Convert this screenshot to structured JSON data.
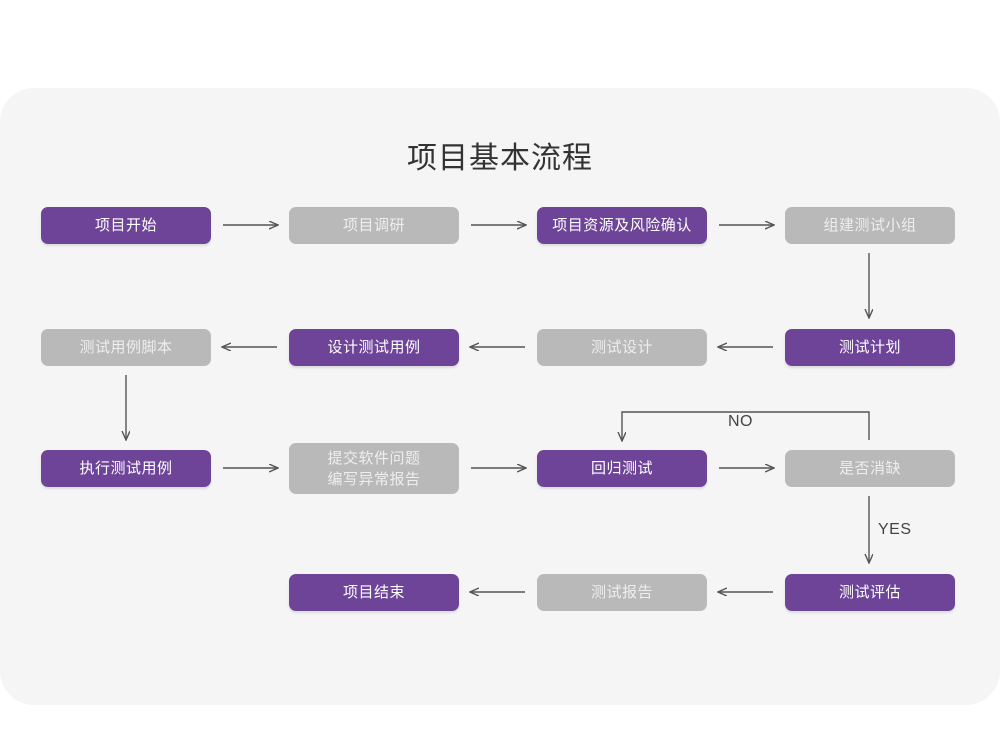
{
  "title": "项目基本流程",
  "palette": {
    "purple": "#6d4498",
    "gray": "#b9b9b9",
    "panel_bg": "#f5f5f5",
    "page_bg": "#ffffff",
    "arrow": "#555555",
    "title_color": "#333333"
  },
  "chart_data": {
    "type": "diagram",
    "diagram_type": "flowchart",
    "title": "项目基本流程",
    "nodes": [
      {
        "id": "n1",
        "label": "项目开始",
        "style": "purple",
        "row": 1,
        "col": 1
      },
      {
        "id": "n2",
        "label": "项目调研",
        "style": "gray",
        "row": 1,
        "col": 2
      },
      {
        "id": "n3",
        "label": "项目资源及风险确认",
        "style": "purple",
        "row": 1,
        "col": 3
      },
      {
        "id": "n4",
        "label": "组建测试小组",
        "style": "gray",
        "row": 1,
        "col": 4
      },
      {
        "id": "n5",
        "label": "测试用例脚本",
        "style": "gray",
        "row": 2,
        "col": 1
      },
      {
        "id": "n6",
        "label": "设计测试用例",
        "style": "purple",
        "row": 2,
        "col": 2
      },
      {
        "id": "n7",
        "label": "测试设计",
        "style": "gray",
        "row": 2,
        "col": 3
      },
      {
        "id": "n8",
        "label": "测试计划",
        "style": "purple",
        "row": 2,
        "col": 4
      },
      {
        "id": "n9",
        "label": "执行测试用例",
        "style": "purple",
        "row": 3,
        "col": 1
      },
      {
        "id": "n10",
        "label": "提交软件问题",
        "label2": "编写异常报告",
        "style": "gray",
        "row": 3,
        "col": 2
      },
      {
        "id": "n11",
        "label": "回归测试",
        "style": "purple",
        "row": 3,
        "col": 3
      },
      {
        "id": "n12",
        "label": "是否消缺",
        "style": "gray",
        "row": 3,
        "col": 4
      },
      {
        "id": "n13",
        "label": "项目结束",
        "style": "purple",
        "row": 4,
        "col": 2
      },
      {
        "id": "n14",
        "label": "测试报告",
        "style": "gray",
        "row": 4,
        "col": 3
      },
      {
        "id": "n15",
        "label": "测试评估",
        "style": "purple",
        "row": 4,
        "col": 4
      }
    ],
    "edges": [
      {
        "from": "n1",
        "to": "n2",
        "label": "",
        "direction": "right"
      },
      {
        "from": "n2",
        "to": "n3",
        "label": "",
        "direction": "right"
      },
      {
        "from": "n3",
        "to": "n4",
        "label": "",
        "direction": "right"
      },
      {
        "from": "n4",
        "to": "n8",
        "label": "",
        "direction": "down"
      },
      {
        "from": "n8",
        "to": "n7",
        "label": "",
        "direction": "left"
      },
      {
        "from": "n7",
        "to": "n6",
        "label": "",
        "direction": "left"
      },
      {
        "from": "n6",
        "to": "n5",
        "label": "",
        "direction": "left"
      },
      {
        "from": "n5",
        "to": "n9",
        "label": "",
        "direction": "down"
      },
      {
        "from": "n9",
        "to": "n10",
        "label": "",
        "direction": "right"
      },
      {
        "from": "n10",
        "to": "n11",
        "label": "",
        "direction": "right"
      },
      {
        "from": "n11",
        "to": "n12",
        "label": "",
        "direction": "right"
      },
      {
        "from": "n12",
        "to": "n11",
        "label": "NO",
        "direction": "loop-up-left"
      },
      {
        "from": "n12",
        "to": "n15",
        "label": "YES",
        "direction": "down"
      },
      {
        "from": "n15",
        "to": "n14",
        "label": "",
        "direction": "left"
      },
      {
        "from": "n14",
        "to": "n13",
        "label": "",
        "direction": "left"
      }
    ],
    "edge_labels": {
      "no": "NO",
      "yes": "YES"
    }
  }
}
